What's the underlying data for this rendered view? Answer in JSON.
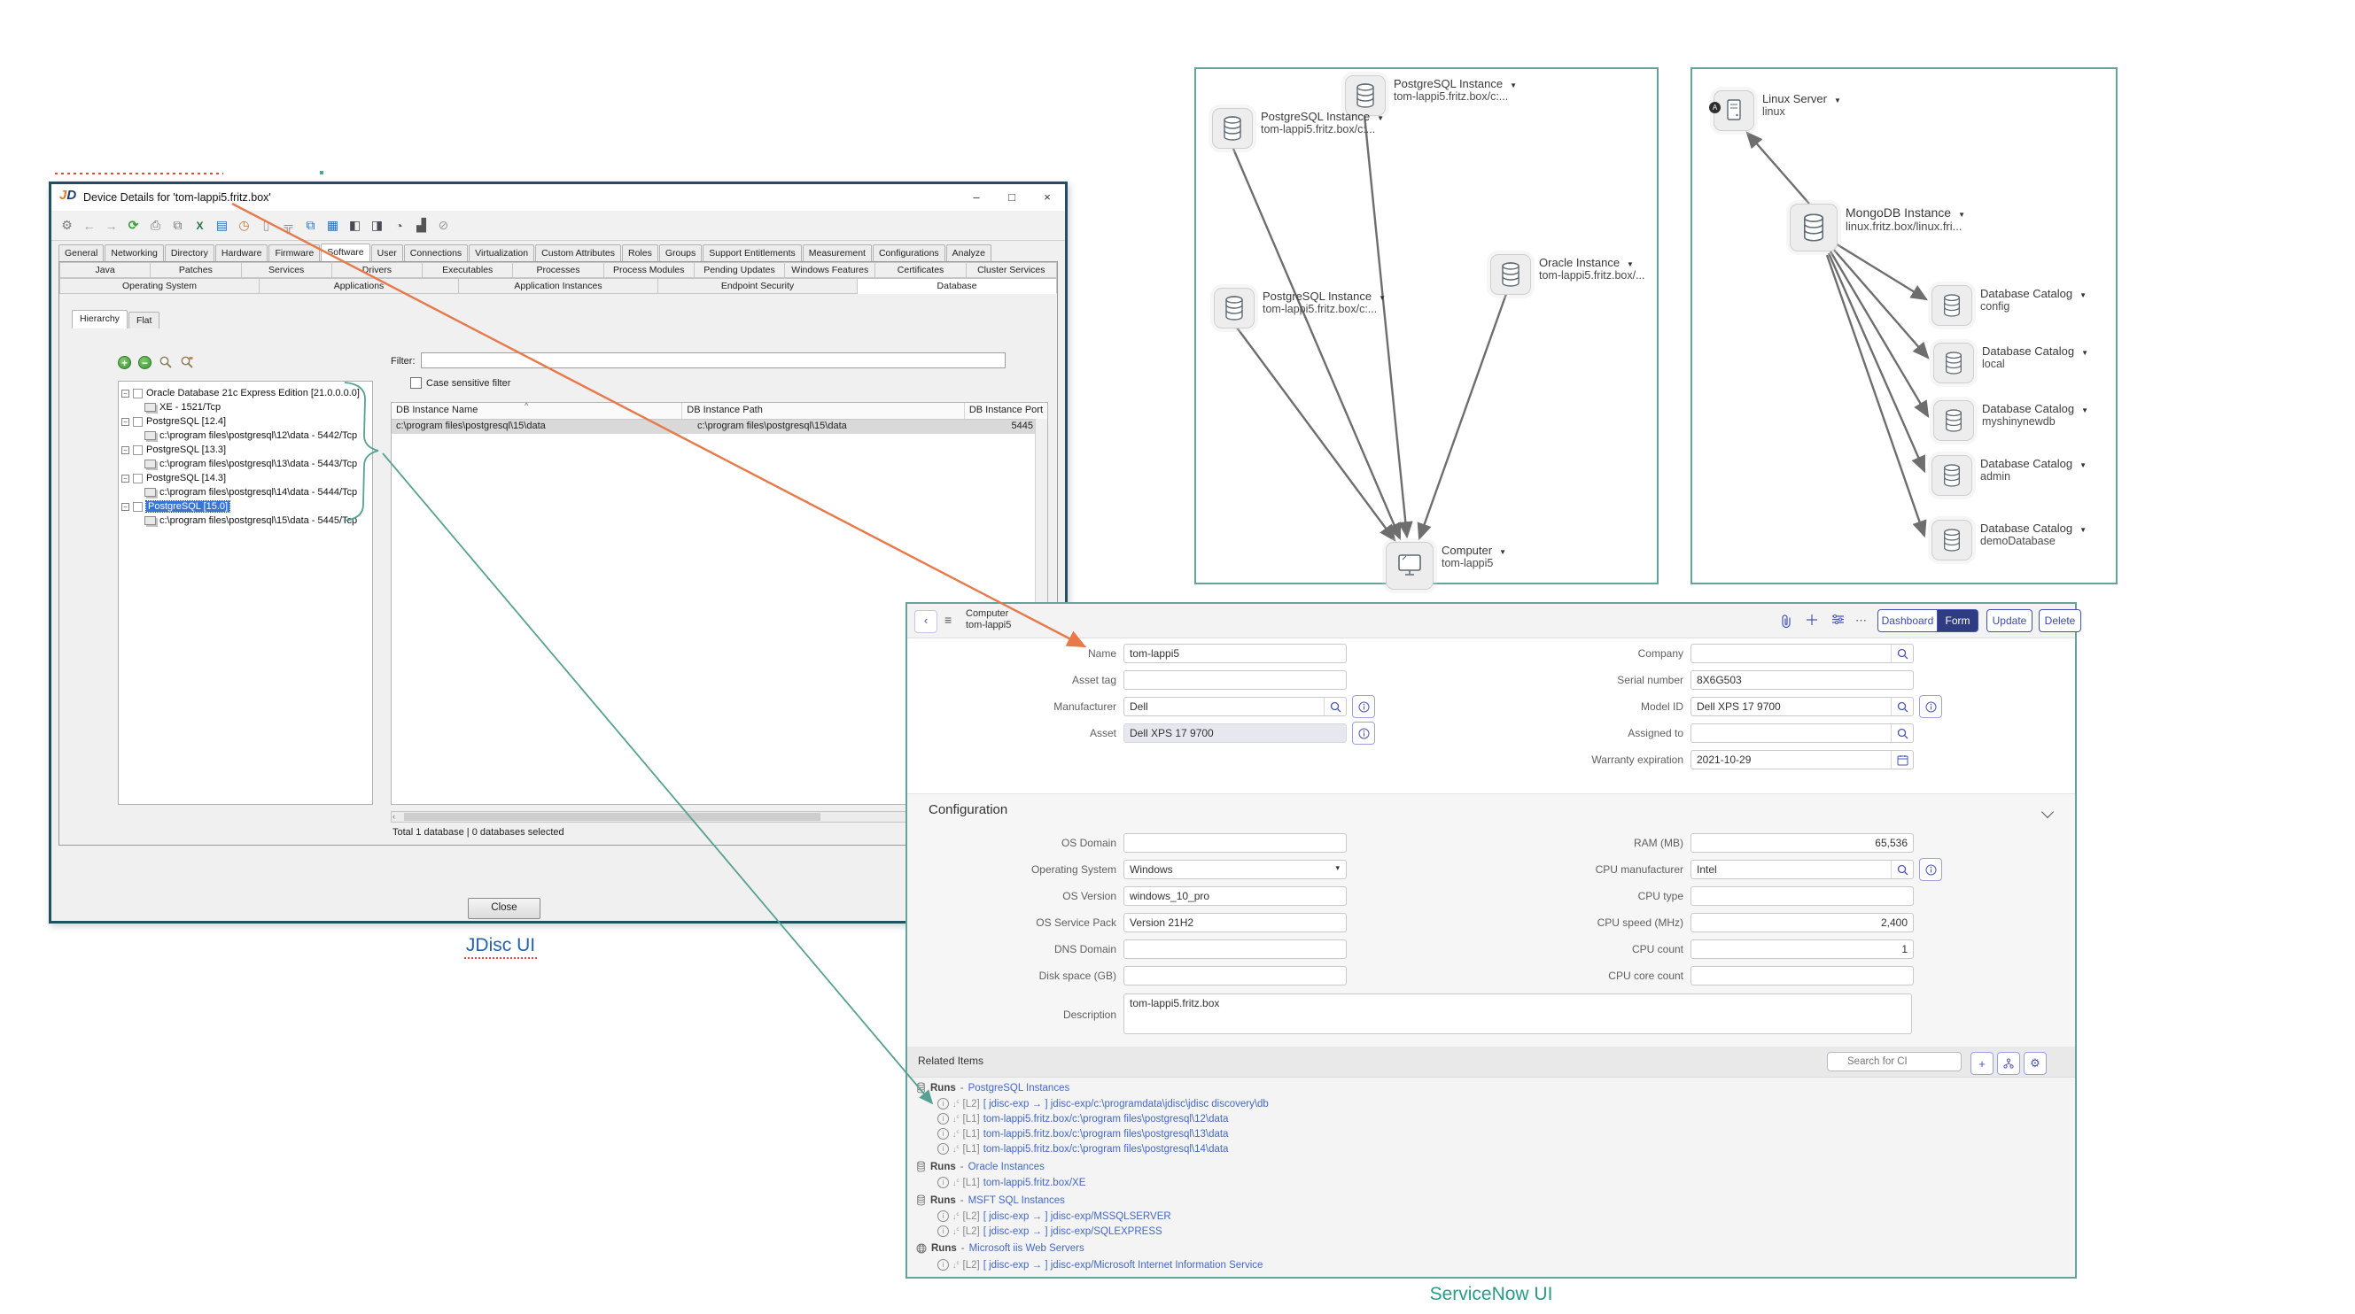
{
  "annotations": {
    "jdisc_caption": "JDisc UI",
    "servicenow_caption": "ServiceNow UI"
  },
  "jdisc": {
    "title": "Device Details for 'tom-lappi5.fritz.box'",
    "window_controls": {
      "minimize": "–",
      "maximize": "□",
      "close": "×"
    },
    "toolbar_icons": [
      "settings",
      "back",
      "forward",
      "refresh",
      "print",
      "copy",
      "export-excel",
      "export-report",
      "history",
      "device",
      "topology",
      "copy-view",
      "table-view",
      "panel-left",
      "panel-right",
      "pie-chart",
      "bar-chart",
      "disabled"
    ],
    "main_tabs": [
      "General",
      "Networking",
      "Directory",
      "Hardware",
      "Firmware",
      "Software",
      "User",
      "Connections",
      "Virtualization",
      "Custom Attributes",
      "Roles",
      "Groups",
      "Support Entitlements",
      "Measurement",
      "Configurations",
      "Analyze"
    ],
    "active_main_tab": "Software",
    "sub_tabs_row1": [
      "Java",
      "Patches",
      "Services",
      "Drivers",
      "Executables",
      "Processes",
      "Process Modules",
      "Pending Updates",
      "Windows Features",
      "Certificates",
      "Cluster Services"
    ],
    "sub_tabs_row2": [
      "Operating System",
      "Applications",
      "Application Instances",
      "Endpoint Security",
      "Database"
    ],
    "active_sub_tab": "Database",
    "view_tabs": [
      "Hierarchy",
      "Flat"
    ],
    "active_view_tab": "Hierarchy",
    "filter_label": "Filter:",
    "case_sensitive_label": "Case sensitive filter",
    "tree": [
      {
        "label": "Oracle Database 21c Express Edition [21.0.0.0.0]",
        "children": [
          "XE - 1521/Tcp"
        ]
      },
      {
        "label": "PostgreSQL [12.4]",
        "children": [
          "c:\\program files\\postgresql\\12\\data - 5442/Tcp"
        ]
      },
      {
        "label": "PostgreSQL [13.3]",
        "children": [
          "c:\\program files\\postgresql\\13\\data - 5443/Tcp"
        ]
      },
      {
        "label": "PostgreSQL [14.3]",
        "children": [
          "c:\\program files\\postgresql\\14\\data - 5444/Tcp"
        ]
      },
      {
        "label": "PostgreSQL [15.0]",
        "children": [
          "c:\\program files\\postgresql\\15\\data - 5445/Tcp"
        ]
      }
    ],
    "selected_tree_item": "PostgreSQL [15.0]",
    "table": {
      "columns": [
        "DB Instance Name",
        "DB Instance Path",
        "DB Instance Port"
      ],
      "rows": [
        {
          "name": "c:\\program files\\postgresql\\15\\data",
          "path": "c:\\program files\\postgresql\\15\\data",
          "port": "5445"
        }
      ]
    },
    "status_bar": "Total 1 database | 0 databases selected",
    "close_button": "Close"
  },
  "diagram_left": {
    "nodes": {
      "pg_top": {
        "title": "PostgreSQL Instance",
        "subtitle": "tom-lappi5.fritz.box/c:..."
      },
      "pg_upper_left": {
        "title": "PostgreSQL Instance",
        "subtitle": "tom-lappi5.fritz.box/c:..."
      },
      "pg_lower_left": {
        "title": "PostgreSQL Instance",
        "subtitle": "tom-lappi5.fritz.box/c:..."
      },
      "oracle": {
        "title": "Oracle Instance",
        "subtitle": "tom-lappi5.fritz.box/..."
      },
      "computer": {
        "title": "Computer",
        "subtitle": "tom-lappi5"
      }
    }
  },
  "diagram_right": {
    "nodes": {
      "linux_server": {
        "title": "Linux Server",
        "subtitle": "linux"
      },
      "mongodb": {
        "title": "MongoDB Instance",
        "subtitle": "linux.fritz.box/linux.fri..."
      },
      "catalog_config": {
        "title": "Database Catalog",
        "subtitle": "config"
      },
      "catalog_local": {
        "title": "Database Catalog",
        "subtitle": "local"
      },
      "catalog_myshinynewdb": {
        "title": "Database Catalog",
        "subtitle": "myshinynewdb"
      },
      "catalog_admin": {
        "title": "Database Catalog",
        "subtitle": "admin"
      },
      "catalog_demodatabase": {
        "title": "Database Catalog",
        "subtitle": "demoDatabase"
      }
    }
  },
  "servicenow": {
    "header": {
      "record_type": "Computer",
      "record_name": "tom-lappi5",
      "buttons": {
        "dashboard": "Dashboard",
        "form": "Form",
        "update": "Update",
        "delete": "Delete"
      }
    },
    "form": {
      "name": {
        "label": "Name",
        "value": "tom-lappi5"
      },
      "asset_tag": {
        "label": "Asset tag",
        "value": ""
      },
      "manufacturer": {
        "label": "Manufacturer",
        "value": "Dell"
      },
      "asset": {
        "label": "Asset",
        "value": "Dell XPS 17 9700"
      },
      "company": {
        "label": "Company",
        "value": ""
      },
      "serial_number": {
        "label": "Serial number",
        "value": "8X6G503"
      },
      "model_id": {
        "label": "Model ID",
        "value": "Dell XPS 17 9700"
      },
      "assigned_to": {
        "label": "Assigned to",
        "value": ""
      },
      "warranty_expiration": {
        "label": "Warranty expiration",
        "value": "2021-10-29"
      }
    },
    "configuration": {
      "title": "Configuration",
      "os_domain": {
        "label": "OS Domain",
        "value": ""
      },
      "operating_system": {
        "label": "Operating System",
        "value": "Windows"
      },
      "os_version": {
        "label": "OS Version",
        "value": "windows_10_pro"
      },
      "os_service_pack": {
        "label": "OS Service Pack",
        "value": "Version 21H2"
      },
      "dns_domain": {
        "label": "DNS Domain",
        "value": ""
      },
      "disk_space": {
        "label": "Disk space (GB)",
        "value": ""
      },
      "description": {
        "label": "Description",
        "value": "tom-lappi5.fritz.box"
      },
      "ram": {
        "label": "RAM (MB)",
        "value": "65,536"
      },
      "cpu_manufacturer": {
        "label": "CPU manufacturer",
        "value": "Intel"
      },
      "cpu_type": {
        "label": "CPU type",
        "value": ""
      },
      "cpu_speed": {
        "label": "CPU speed (MHz)",
        "value": "2,400"
      },
      "cpu_count": {
        "label": "CPU count",
        "value": "1"
      },
      "cpu_core_count": {
        "label": "CPU core count",
        "value": ""
      }
    },
    "related_items": {
      "title": "Related Items",
      "search_placeholder": "Search for CI",
      "groups": [
        {
          "relation": "Runs",
          "target": "PostgreSQL Instances",
          "icon": "database",
          "items": [
            {
              "level": "[L2]",
              "prefix": "[ jdisc-exp → ]",
              "link": "jdisc-exp/c:\\programdata\\jdisc\\jdisc discovery\\db"
            },
            {
              "level": "[L1]",
              "prefix": "",
              "link": "tom-lappi5.fritz.box/c:\\program files\\postgresql\\12\\data"
            },
            {
              "level": "[L1]",
              "prefix": "",
              "link": "tom-lappi5.fritz.box/c:\\program files\\postgresql\\13\\data"
            },
            {
              "level": "[L1]",
              "prefix": "",
              "link": "tom-lappi5.fritz.box/c:\\program files\\postgresql\\14\\data"
            }
          ]
        },
        {
          "relation": "Runs",
          "target": "Oracle Instances",
          "icon": "database",
          "items": [
            {
              "level": "[L1]",
              "prefix": "",
              "link": "tom-lappi5.fritz.box/XE"
            }
          ]
        },
        {
          "relation": "Runs",
          "target": "MSFT SQL Instances",
          "icon": "database",
          "items": [
            {
              "level": "[L2]",
              "prefix": "[ jdisc-exp → ]",
              "link": "jdisc-exp/MSSQLSERVER"
            },
            {
              "level": "[L2]",
              "prefix": "[ jdisc-exp → ]",
              "link": "jdisc-exp/SQLEXPRESS"
            }
          ]
        },
        {
          "relation": "Runs",
          "target": "Microsoft iis Web Servers",
          "icon": "globe",
          "items": [
            {
              "level": "[L2]",
              "prefix": "[ jdisc-exp → ]",
              "link": "jdisc-exp/Microsoft Internet Information Service"
            }
          ]
        }
      ]
    }
  }
}
